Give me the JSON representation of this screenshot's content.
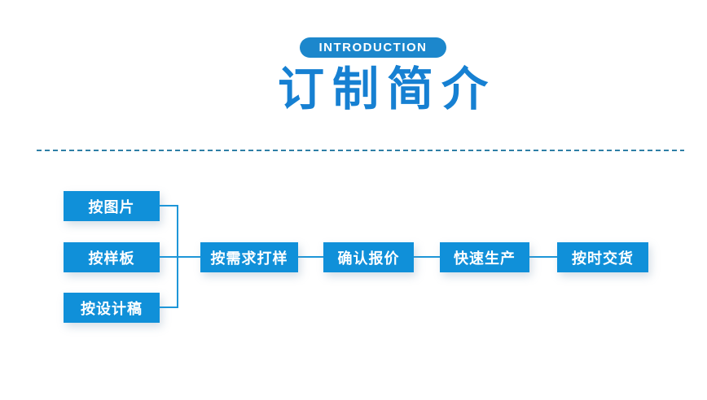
{
  "header": {
    "badge": "INTRODUCTION",
    "title": "订制简介"
  },
  "flowchart": {
    "sources": [
      {
        "label": "按图片"
      },
      {
        "label": "按样板"
      },
      {
        "label": "按设计稿"
      }
    ],
    "steps": [
      {
        "label": "按需求打样"
      },
      {
        "label": "确认报价"
      },
      {
        "label": "快速生产"
      },
      {
        "label": "按时交货"
      }
    ]
  },
  "colors": {
    "badge_background": "#1c87cc",
    "title_text": "#1680d2",
    "node_background": "#1090d9",
    "node_text": "#ffffff",
    "connector": "#1e96d8",
    "dashed_divider": "#2e7fa6",
    "page_background": "#ffffff"
  }
}
